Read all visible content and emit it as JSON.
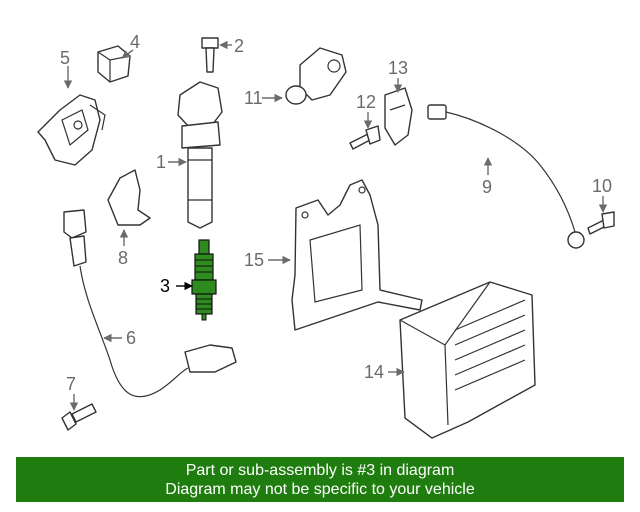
{
  "callouts": {
    "c1": "1",
    "c2": "2",
    "c3": "3",
    "c4": "4",
    "c5": "5",
    "c6": "6",
    "c7": "7",
    "c8": "8",
    "c9": "9",
    "c10": "10",
    "c11": "11",
    "c12": "12",
    "c13": "13",
    "c14": "14",
    "c15": "15"
  },
  "highlight_color": "#2e8b1e",
  "banner": {
    "background": "#1f7d0f",
    "line1": "Part or sub-assembly is #3 in diagram",
    "line2": "Diagram may not be specific to your vehicle"
  }
}
